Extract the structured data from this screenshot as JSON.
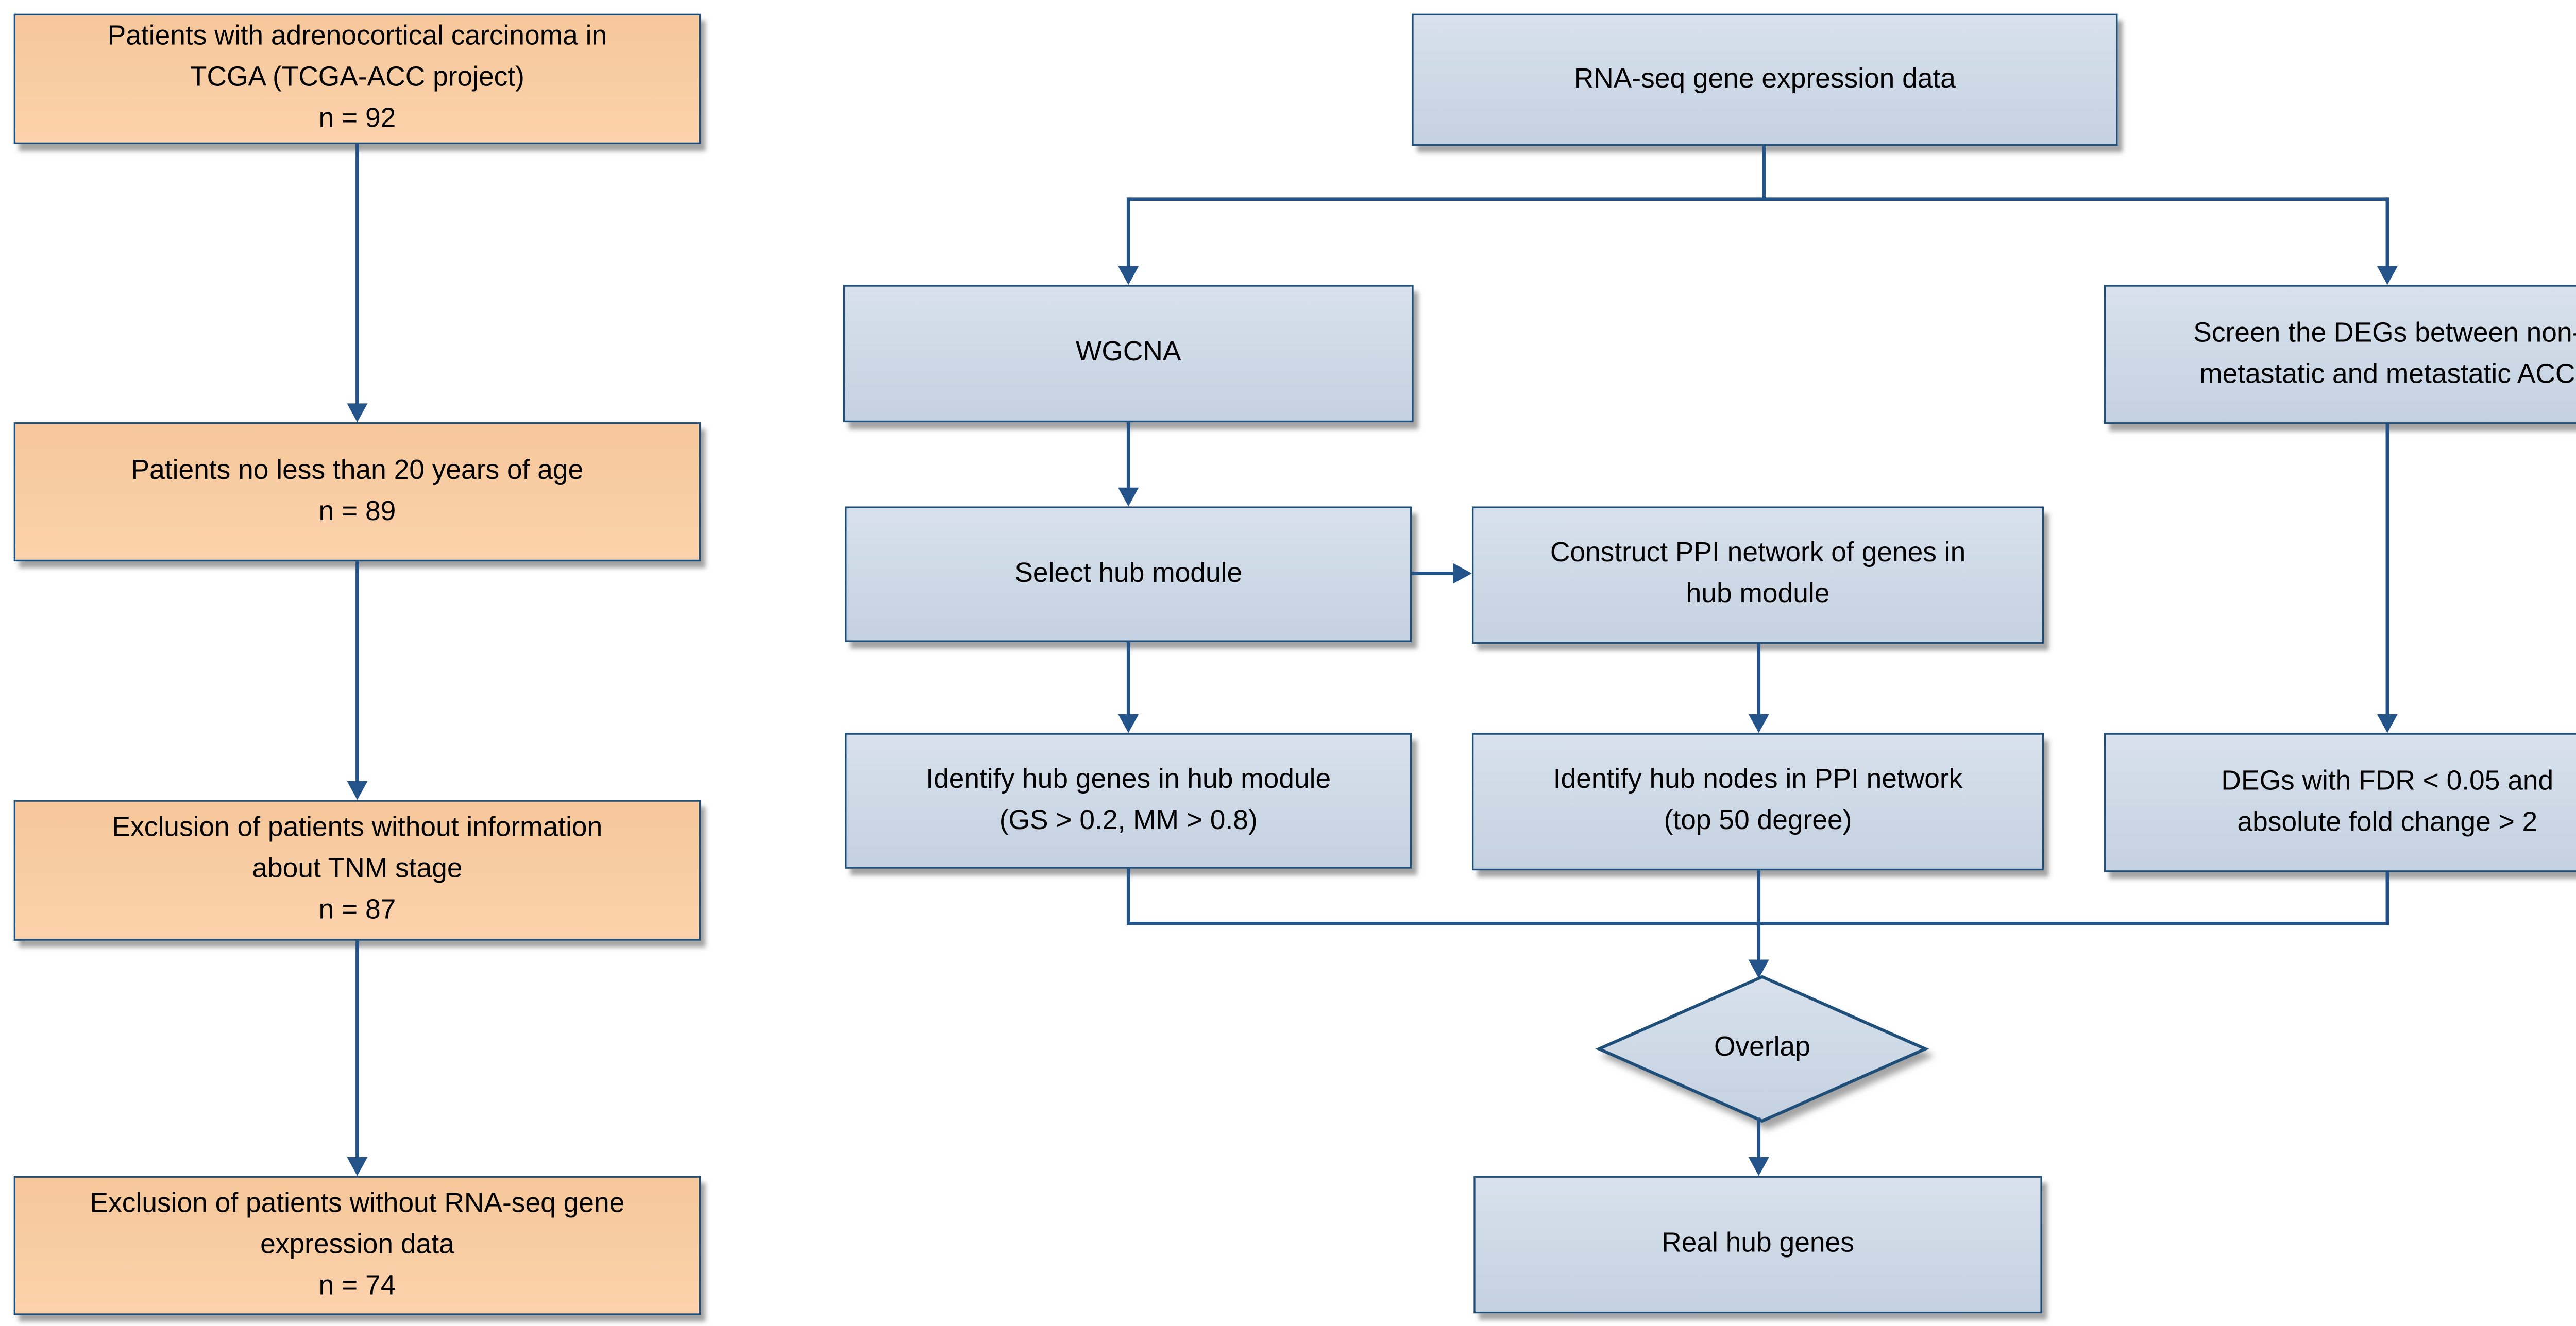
{
  "figure": {
    "type": "flowchart",
    "description": "Study workflow: patient selection from TCGA-ACC and hub gene identification pipeline"
  },
  "colors": {
    "orange_fill_top": "#F5C79A",
    "orange_fill_bottom": "#FCD2AC",
    "blue_fill_top": "#D8E1EC",
    "blue_fill_bottom": "#C4D1E1",
    "border": "#1F4E79",
    "connector": "#24538A",
    "text": "#000000",
    "shadow": "rgba(90,90,90,0.55)"
  },
  "nodes": {
    "tcga": {
      "lines": [
        "Patients with adrenocortical carcinoma in",
        "TCGA (TCGA-ACC project)"
      ],
      "count": "n = 92"
    },
    "age": {
      "lines": [
        "Patients no less than 20 years of age"
      ],
      "count": "n = 89"
    },
    "tnm": {
      "lines": [
        "Exclusion of patients without information",
        "about TNM stage"
      ],
      "count": "n = 87"
    },
    "rna_excl": {
      "lines": [
        "Exclusion of patients without RNA-seq gene",
        "expression data"
      ],
      "count": "n = 74"
    },
    "rnaseq": {
      "lines": [
        "RNA-seq gene expression data"
      ]
    },
    "wgcna": {
      "lines": [
        "WGCNA"
      ]
    },
    "screen_degs": {
      "lines": [
        "Screen the DEGs between non-",
        "metastatic and metastatic ACC"
      ]
    },
    "select_module": {
      "lines": [
        "Select hub module"
      ]
    },
    "construct_ppi": {
      "lines": [
        "Construct PPI network of genes in",
        "hub module"
      ]
    },
    "hub_genes": {
      "lines": [
        "Identify hub genes in hub module",
        "(GS > 0.2, MM > 0.8)"
      ]
    },
    "hub_nodes": {
      "lines": [
        "Identify hub nodes in PPI network",
        "(top 50 degree)"
      ]
    },
    "degs_filter": {
      "lines": [
        "DEGs with FDR < 0.05 and",
        "absolute fold change > 2"
      ]
    },
    "overlap": {
      "lines": [
        "Overlap"
      ]
    },
    "real_hub": {
      "lines": [
        "Real hub genes"
      ]
    }
  }
}
